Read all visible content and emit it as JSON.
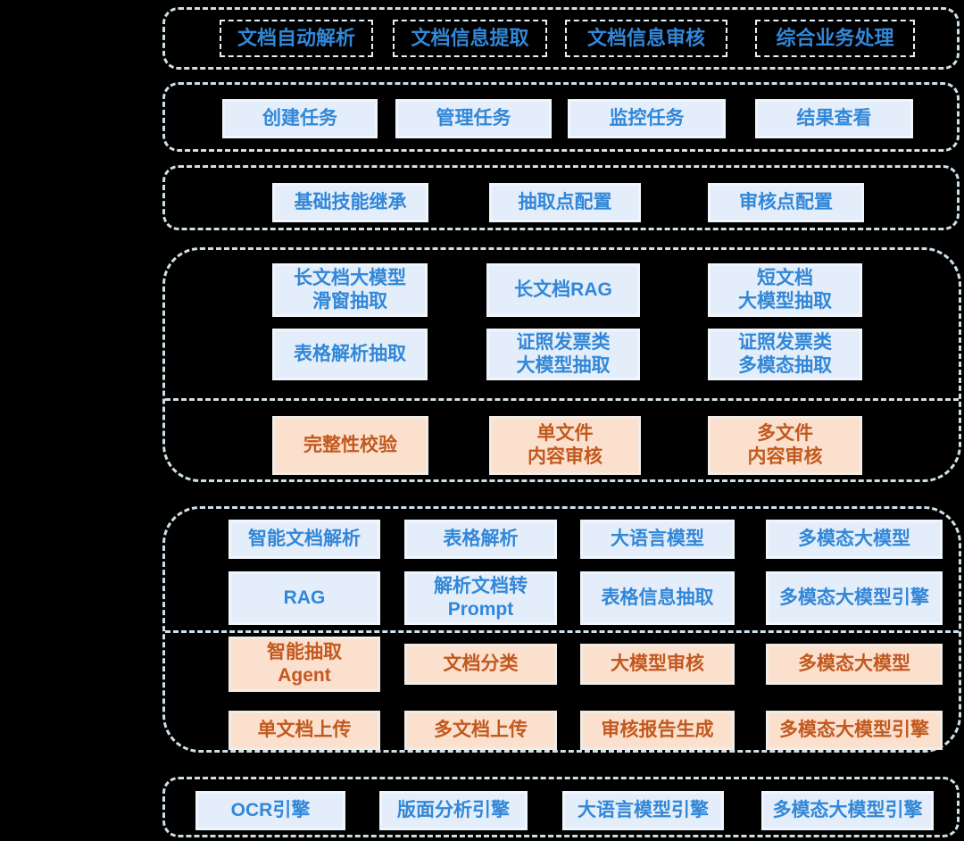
{
  "colors": {
    "background": "#000000",
    "container_border": "#cfdfe8",
    "blue_fill": "#e4eefa",
    "blue_border": "#f0f6fc",
    "blue_text": "#3287d8",
    "orange_fill": "#fbe0cd",
    "orange_border": "#f3ece5",
    "orange_text": "#c2591f",
    "dashed_btn_border": "#e6eff5"
  },
  "scenarios": [
    "文档自动解析",
    "文档信息提取",
    "文档信息审核",
    "综合业务处理"
  ],
  "tasks": [
    "创建任务",
    "管理任务",
    "监控任务",
    "结果查看"
  ],
  "config": [
    "基础技能继承",
    "抽取点配置",
    "审核点配置"
  ],
  "extraction": {
    "blue": [
      "长文档大模型\n滑窗抽取",
      "长文档RAG",
      "短文档\n大模型抽取",
      "表格解析抽取",
      "证照发票类\n大模型抽取",
      "证照发票类\n多模态抽取"
    ],
    "orange": [
      "完整性校验",
      "单文件\n内容审核",
      "多文件\n内容审核"
    ]
  },
  "capabilities": {
    "blue": [
      "智能文档解析",
      "表格解析",
      "大语言模型",
      "多模态大模型",
      "RAG",
      "解析文档转\nPrompt",
      "表格信息抽取",
      "多模态大模型引擎"
    ],
    "orange": [
      "智能抽取\nAgent",
      "文档分类",
      "大模型审核",
      "多模态大模型",
      "单文档上传",
      "多文档上传",
      "审核报告生成",
      "多模态大模型引擎"
    ]
  },
  "engines": [
    "OCR引擎",
    "版面分析引擎",
    "大语言模型引擎",
    "多模态大模型引擎"
  ]
}
